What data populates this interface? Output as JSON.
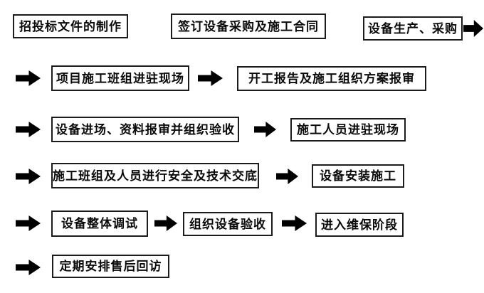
{
  "colors": {
    "background": "#ffffff",
    "box_border": "#1c1c1c",
    "text": "#0a0a0a",
    "arrow": "#000000"
  },
  "flowchart": {
    "steps": [
      {
        "label": "招投标文件的制作"
      },
      {
        "label": "签订设备采购及施工合同"
      },
      {
        "label": "设备生产、采购"
      },
      {
        "label": "项目施工班组进驻现场"
      },
      {
        "label": "开工报告及施工组织方案报审"
      },
      {
        "label": "设备进场、资料报审并组织验收"
      },
      {
        "label": "施工人员进驻现场"
      },
      {
        "label": "施工班组及人员进行安全及技术交底"
      },
      {
        "label": "设备安装施工"
      },
      {
        "label": "设备整体调试"
      },
      {
        "label": "组织设备验收"
      },
      {
        "label": "进入维保阶段"
      },
      {
        "label": "定期安排售后回访"
      }
    ],
    "arrow_icon": "black-right-block-arrow",
    "arrow_count": 11
  }
}
